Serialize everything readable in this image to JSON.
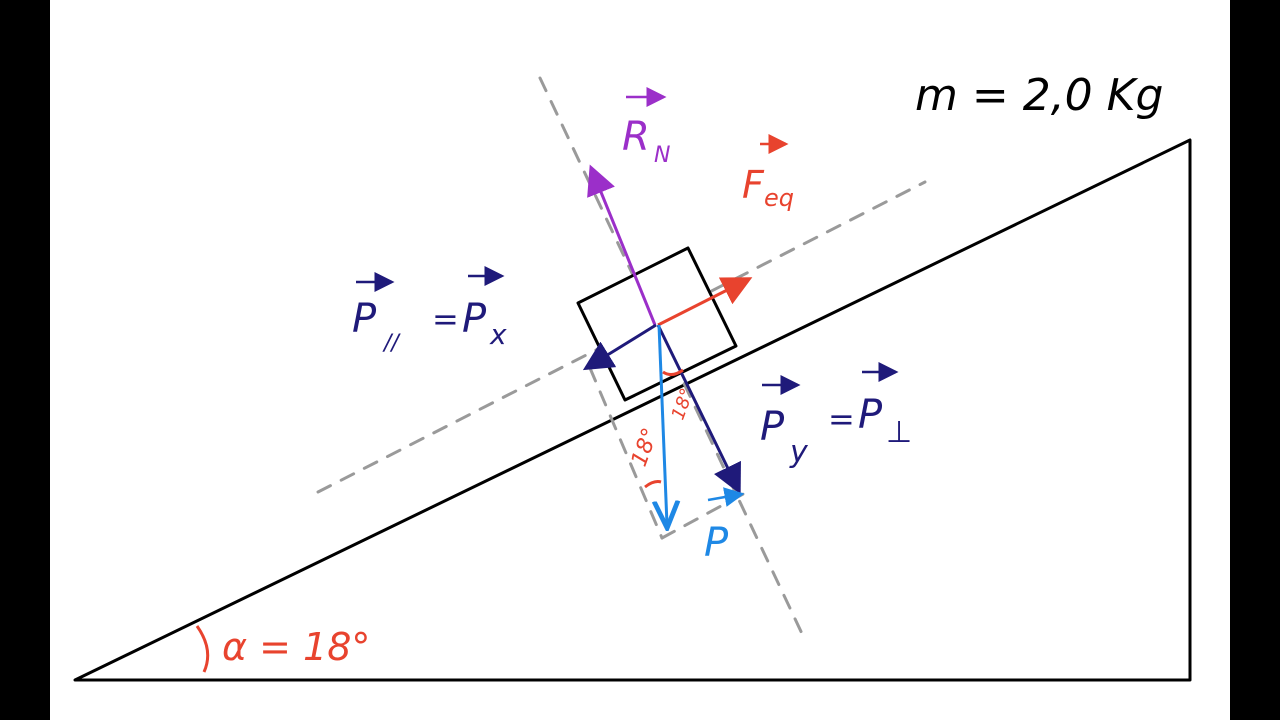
{
  "labels": {
    "mass": "m = 2,0 Kg",
    "normal": "R",
    "normal_sub": "N",
    "friction": "F",
    "friction_sub": "eq",
    "parallel": "P",
    "parallel_sub": "//",
    "parallel_eq": "=",
    "px": "P",
    "px_sub": "x",
    "py": "P",
    "py_sub": "y",
    "perp_eq": "=",
    "perp": "P",
    "perp_sub": "⊥",
    "weight": "P",
    "angle_small_1": "18°",
    "angle_small_2": "18°",
    "incline_angle": "α = 18°"
  },
  "colors": {
    "incline": "#000000",
    "dashed": "#9a9a9a",
    "normal": "#9b2fc9",
    "friction": "#e8432e",
    "components": "#1f1a7a",
    "weight": "#1e88e5",
    "angle": "#e8432e"
  }
}
